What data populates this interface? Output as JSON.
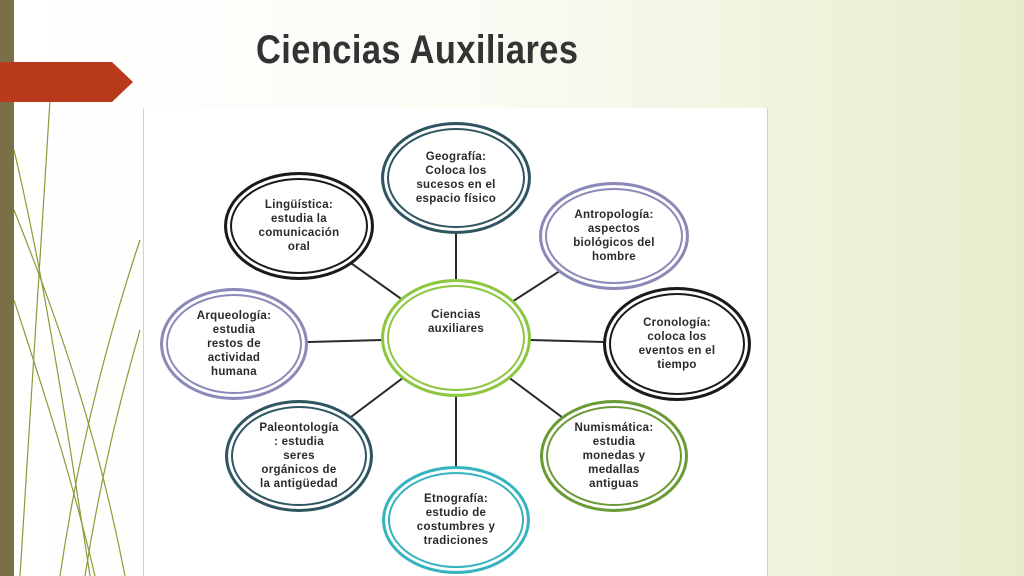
{
  "slide": {
    "title": "Ciencias Auxiliares"
  },
  "colors": {
    "left_bar": "#7a6f47",
    "title_tab": "#b83a1b",
    "deco_lines": "#8b9a3a",
    "center": "#8dc63f",
    "teal": "#2f5660",
    "lavender": "#8a89b8",
    "black": "#1a1a1a",
    "green": "#6a9a36",
    "cyan": "#35b4bf"
  },
  "diagram": {
    "center": {
      "text": "Ciencias\nauxiliares",
      "color": "center"
    },
    "nodes": [
      {
        "key": "geografia",
        "text": "Geografía:\nColoca los\nsucesos en el\nespacio físico",
        "color": "teal"
      },
      {
        "key": "antropologia",
        "text": "Antropología:\naspectos\nbiológicos del\nhombre",
        "color": "lavender"
      },
      {
        "key": "cronologia",
        "text": "Cronología:\ncoloca los\neventos en el\ntiempo",
        "color": "black"
      },
      {
        "key": "numismatica",
        "text": "Numismática:\nestudia\nmonedas y\nmedallas\nantiguas",
        "color": "green"
      },
      {
        "key": "etnografia",
        "text": "Etnografía:\nestudio de\ncostumbres y\ntradiciones",
        "color": "cyan"
      },
      {
        "key": "paleontologia",
        "text": "Paleontología\n: estudia\nseres\norgánicos de\nla antigüedad",
        "color": "teal"
      },
      {
        "key": "arqueologia",
        "text": "Arqueología:\nestudia\nrestos de\nactividad\nhumana",
        "color": "lavender"
      },
      {
        "key": "linguistica",
        "text": "Lingüística:\nestudia la\ncomunicación\noral",
        "color": "black"
      }
    ]
  }
}
